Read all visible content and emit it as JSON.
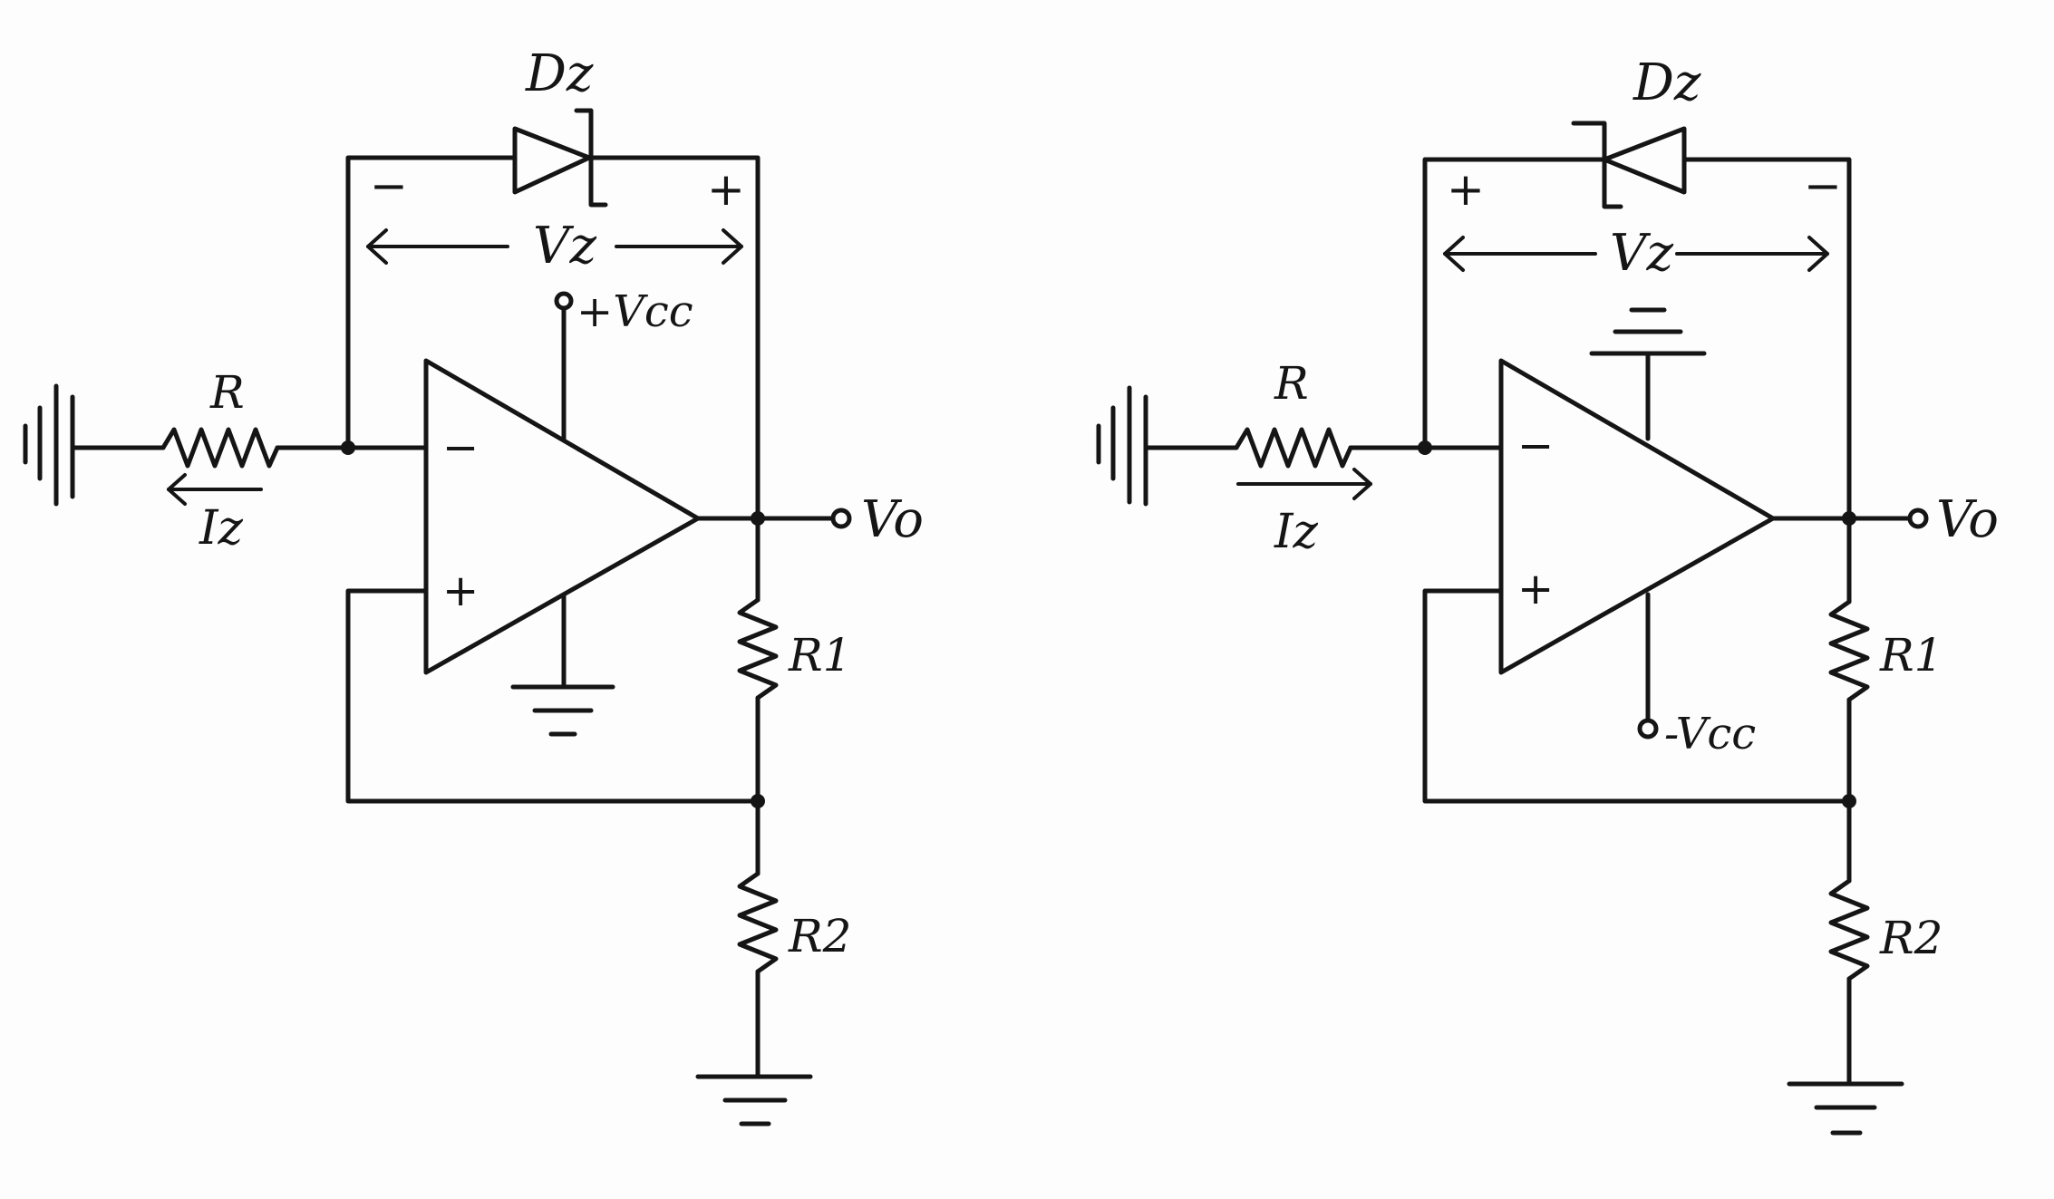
{
  "circuits": [
    {
      "diode": "Dz",
      "diode_left_sign": "−",
      "diode_right_sign": "+",
      "vz": "Vz",
      "supply": "+Vcc",
      "input_resistor": "R",
      "current": "Iz",
      "inverting": "−",
      "noninverting": "+",
      "output": "Vo",
      "r1": "R1",
      "r2": "R2"
    },
    {
      "diode": "Dz",
      "diode_left_sign": "+",
      "diode_right_sign": "−",
      "vz": "Vz",
      "supply": "-Vcc",
      "input_resistor": "R",
      "current": "Iz",
      "inverting": "−",
      "noninverting": "+",
      "output": "Vo",
      "r1": "R1",
      "r2": "R2"
    }
  ]
}
